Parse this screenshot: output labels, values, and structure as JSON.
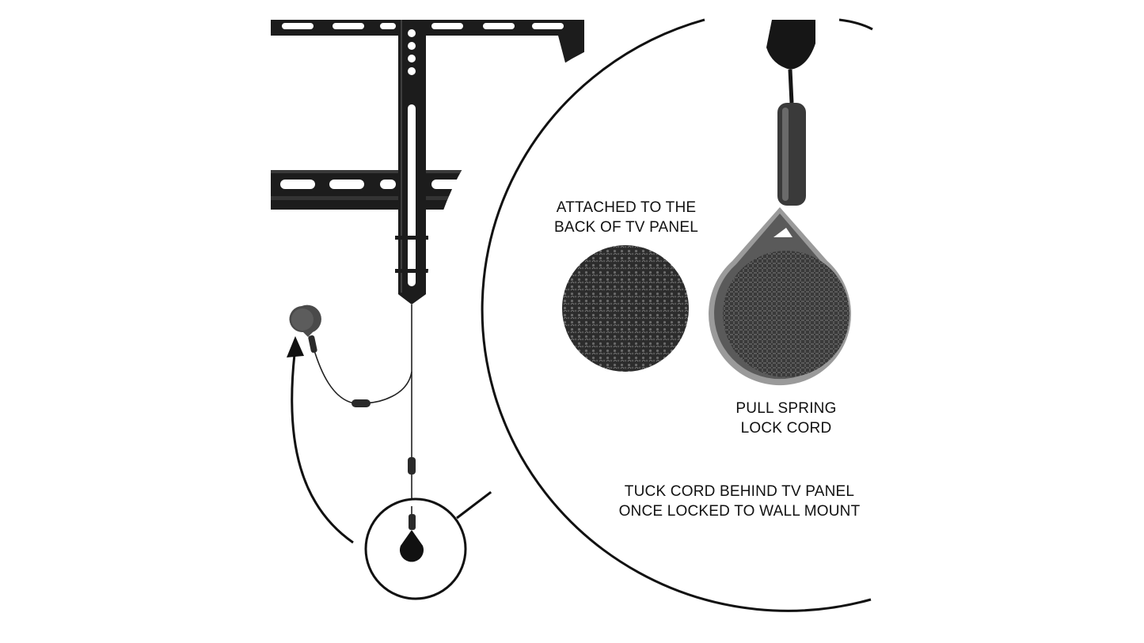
{
  "labels": {
    "attached": {
      "line1": "ATTACHED TO THE",
      "line2": "BACK OF TV PANEL"
    },
    "pull": {
      "line1": "PULL SPRING",
      "line2": "LOCK CORD"
    },
    "tuck": {
      "line1": "TUCK CORD BEHIND TV PANEL",
      "line2": "ONCE LOCKED TO WALL MOUNT"
    }
  },
  "colors": {
    "background": "#ffffff",
    "ink": "#111111",
    "bracket": "#1c1c1c",
    "velcro": "#2a2a2a",
    "tag_frame": "#6e6e6e"
  },
  "icons": {
    "mount": "tv-wall-mount-bracket",
    "hook_patch": "velcro-hook-patch",
    "loop_tag": "velcro-loop-tag",
    "arrow": "curved-arrow"
  }
}
